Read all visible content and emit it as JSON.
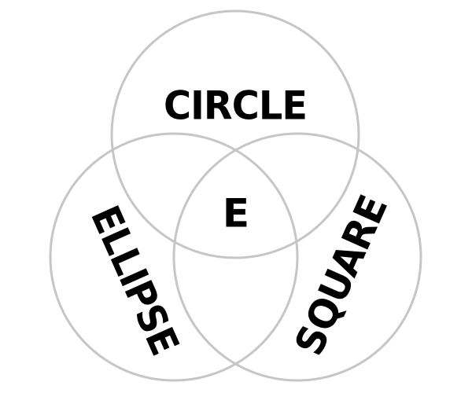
{
  "diagram": {
    "type": "venn",
    "sets": [
      {
        "id": "top",
        "label": "CIRCLE"
      },
      {
        "id": "left",
        "label": "ELLIPSE"
      },
      {
        "id": "right",
        "label": "SQUARE"
      }
    ],
    "intersection": {
      "sets": [
        "top",
        "left",
        "right"
      ],
      "label": "E"
    }
  },
  "colors": {
    "ring_stroke": "#c6c6c6",
    "text": "#000000",
    "background": "#ffffff"
  }
}
